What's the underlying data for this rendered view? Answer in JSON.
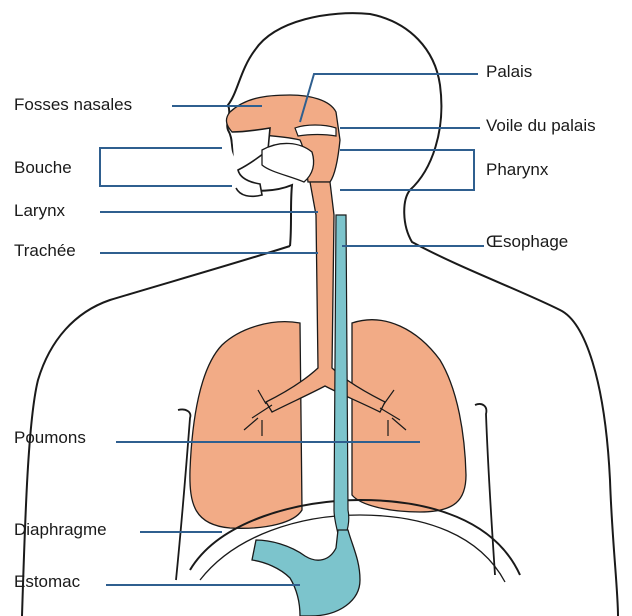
{
  "labels": {
    "fosses_nasales": "Fosses nasales",
    "bouche": "Bouche",
    "larynx": "Larynx",
    "trachee": "Trachée",
    "poumons": "Poumons",
    "diaphragme": "Diaphragme",
    "estomac": "Estomac",
    "palais": "Palais",
    "voile_du_palais": "Voile du palais",
    "pharynx": "Pharynx",
    "oesophage": "Œsophage"
  },
  "colors": {
    "airway": "#f2ab86",
    "digestive": "#7cc4cc",
    "leader_line": "#2f5f8f",
    "outline": "#1a1a1a"
  }
}
